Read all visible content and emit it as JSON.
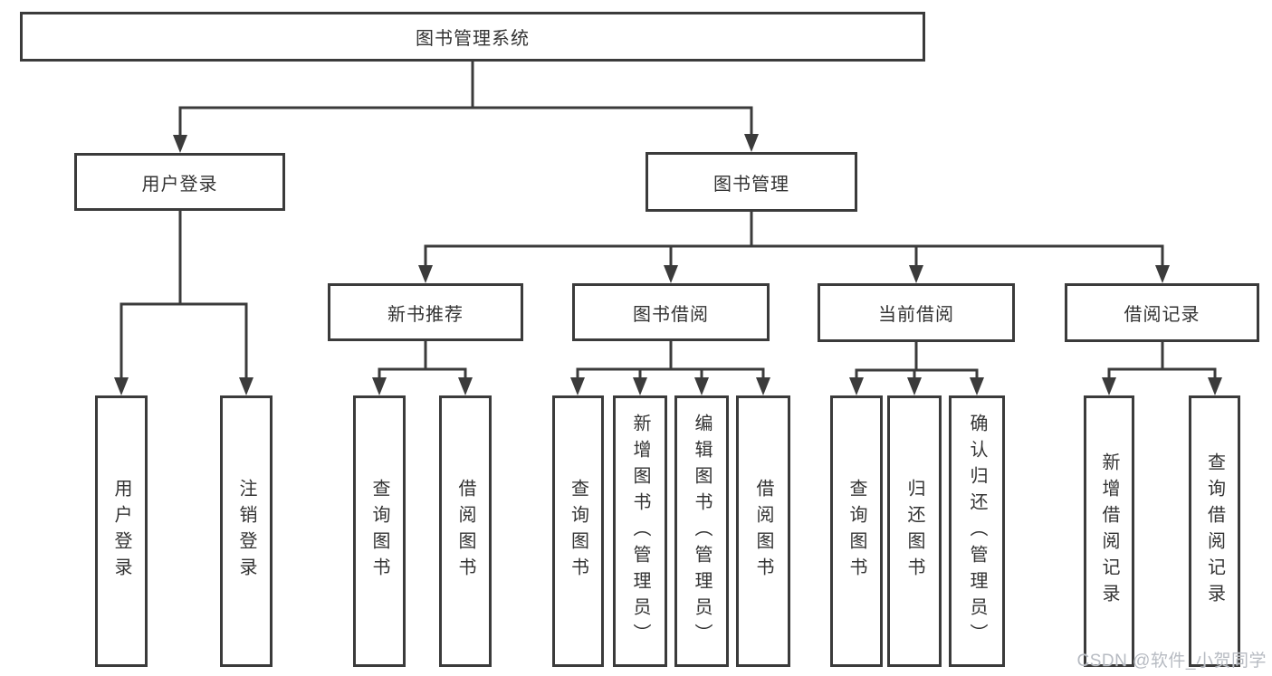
{
  "title": {
    "label": "图书管理系统"
  },
  "level2": [
    {
      "label": "用户登录"
    },
    {
      "label": "图书管理"
    }
  ],
  "level3": [
    {
      "label": "新书推荐",
      "parent": "图书管理"
    },
    {
      "label": "图书借阅",
      "parent": "图书管理"
    },
    {
      "label": "当前借阅",
      "parent": "图书管理"
    },
    {
      "label": "借阅记录",
      "parent": "图书管理"
    }
  ],
  "leaves": [
    {
      "label": "用户登录",
      "parent": "用户登录"
    },
    {
      "label": "注销登录",
      "parent": "用户登录"
    },
    {
      "label": "查询图书",
      "parent": "新书推荐"
    },
    {
      "label": "借阅图书",
      "parent": "新书推荐"
    },
    {
      "label": "查询图书",
      "parent": "图书借阅"
    },
    {
      "label": "新增图书（管理员）",
      "parent": "图书借阅"
    },
    {
      "label": "编辑图书（管理员）",
      "parent": "图书借阅"
    },
    {
      "label": "借阅图书",
      "parent": "图书借阅"
    },
    {
      "label": "查询图书",
      "parent": "当前借阅"
    },
    {
      "label": "归还图书",
      "parent": "当前借阅"
    },
    {
      "label": "确认归还（管理员）",
      "parent": "当前借阅"
    },
    {
      "label": "新增借阅记录",
      "parent": "借阅记录"
    },
    {
      "label": "查询借阅记录",
      "parent": "借阅记录"
    }
  ],
  "watermark": {
    "text": "CSDN @软件_小贺同学"
  },
  "colors": {
    "line": "#3b3b3b",
    "box_border": "#3b3b3b",
    "text": "#333333",
    "background": "#ffffff",
    "watermark": "#b7bbc2"
  }
}
